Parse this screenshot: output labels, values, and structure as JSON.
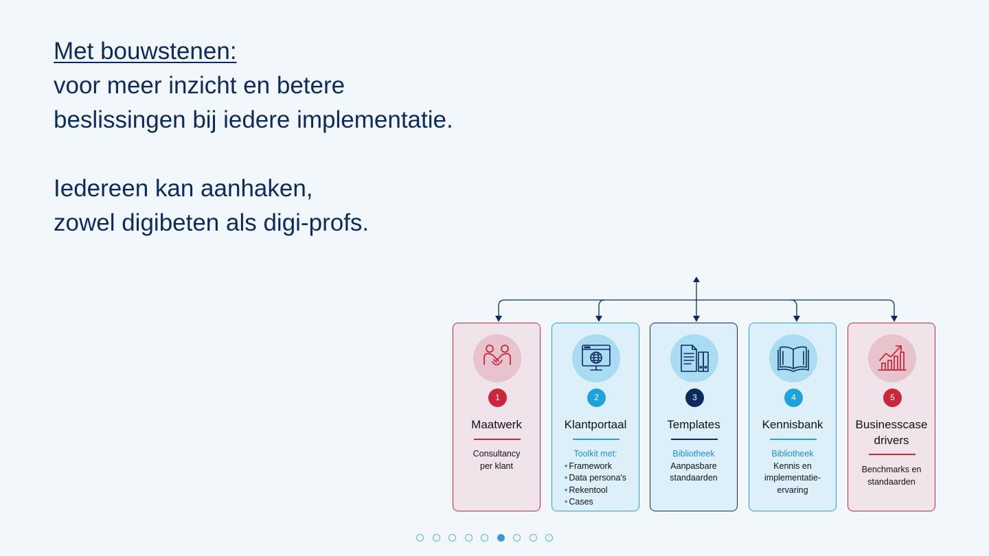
{
  "headline": {
    "title": "Met bouwstenen:",
    "line1": "voor meer inzicht en betere",
    "line2": "beslissingen bij iedere implementatie.",
    "line3": "Iedereen kan aanhaken,",
    "line4": "zowel digibeten als digi-profs."
  },
  "cards": [
    {
      "number": "1",
      "title": "Maatwerk",
      "body": [
        "Consultancy",
        "per klant"
      ],
      "icon": "handshake-icon",
      "color": "#c8283a"
    },
    {
      "number": "2",
      "title": "Klantportaal",
      "subtitle": "Toolkit met:",
      "items": [
        "Framework",
        "Data persona's",
        "Rekentool",
        "Cases"
      ],
      "icon": "web-browser-globe-icon",
      "color": "#23a3d8"
    },
    {
      "number": "3",
      "title": "Templates",
      "subtitle": "Bibliotheek",
      "body": [
        "Aanpasbare",
        "standaarden"
      ],
      "icon": "document-binders-icon",
      "color": "#0d2a5c"
    },
    {
      "number": "4",
      "title": "Kennisbank",
      "subtitle": "Bibliotheek",
      "body": [
        "Kennis en",
        "implementatie-",
        "ervaring"
      ],
      "icon": "open-book-icon",
      "color": "#23a3d8"
    },
    {
      "number": "5",
      "title_line1": "Businesscase",
      "title_line2": "drivers",
      "body": [
        "Benchmarks en",
        "standaarden"
      ],
      "icon": "growth-chart-icon",
      "color": "#c8283a"
    }
  ],
  "pagination": {
    "total": 9,
    "active": 6
  }
}
